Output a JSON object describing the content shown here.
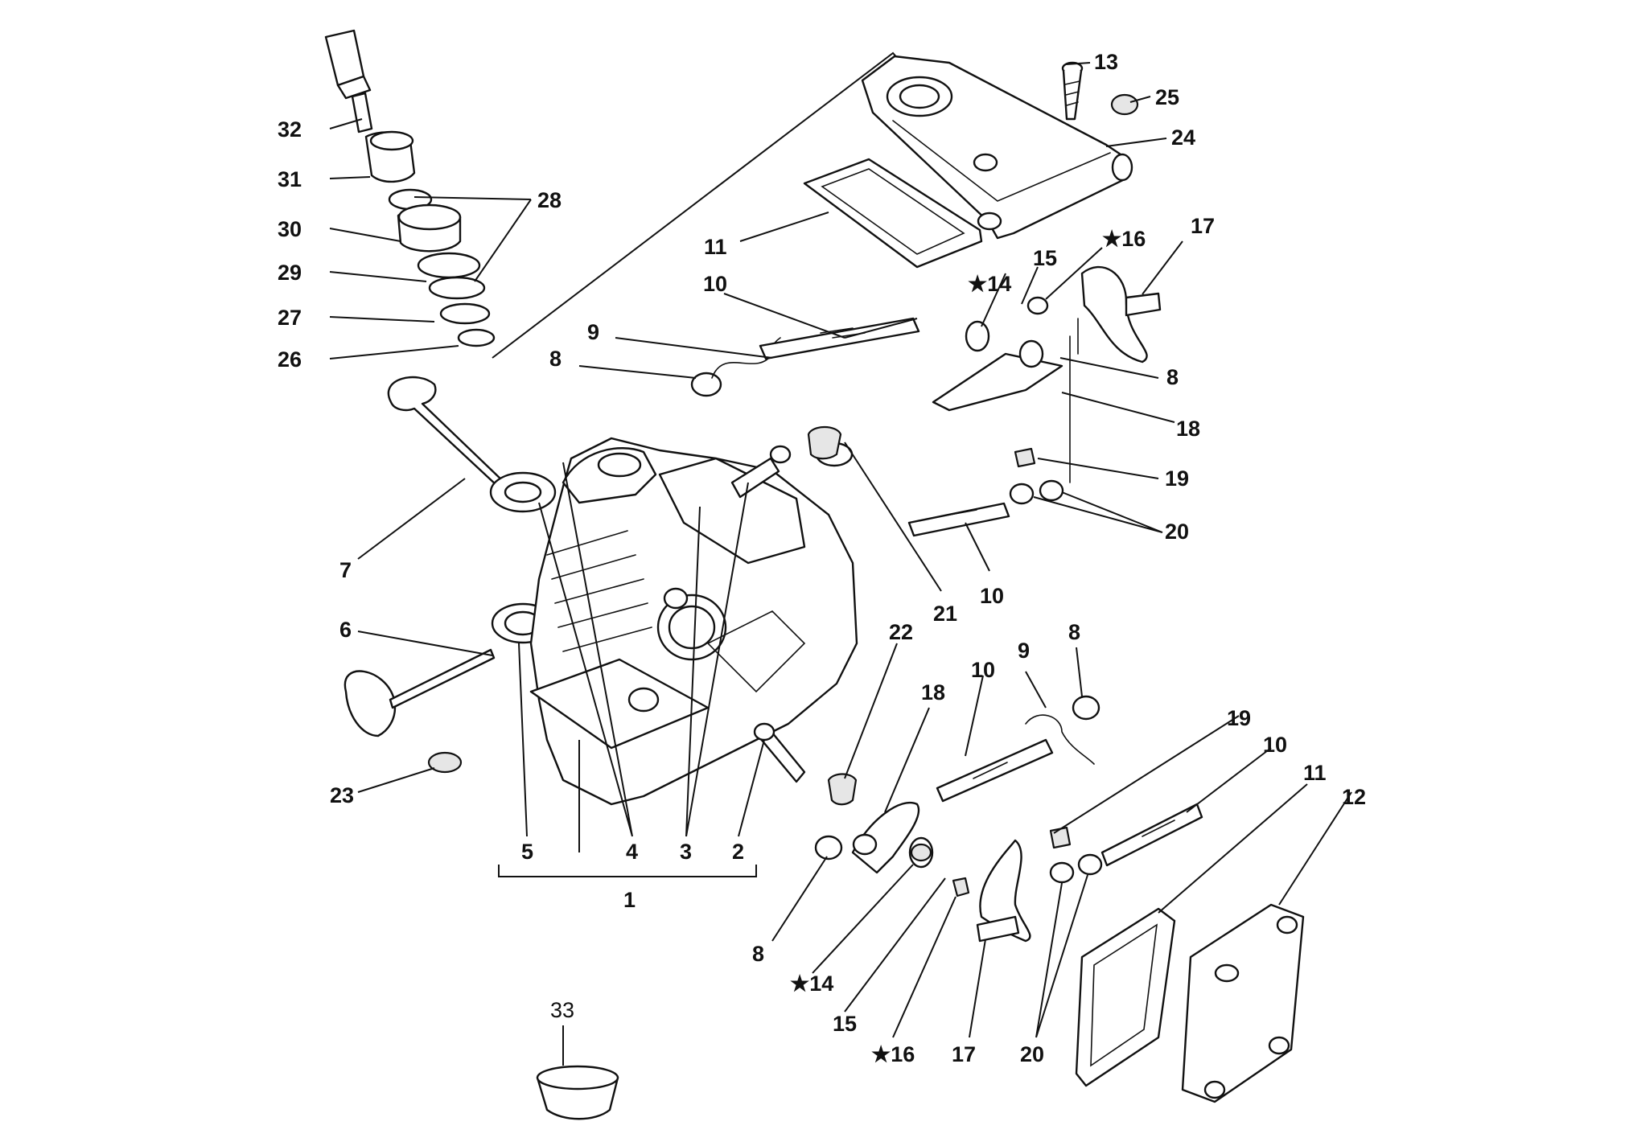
{
  "labels": {
    "l1": "1",
    "l2": "2",
    "l3": "3",
    "l4": "4",
    "l5": "5",
    "l6": "6",
    "l7": "7",
    "l8a": "8",
    "l8b": "8",
    "l8c": "8",
    "l8d": "8",
    "l9a": "9",
    "l9b": "9",
    "l10a": "10",
    "l10b": "10",
    "l10c": "10",
    "l10d": "10",
    "l11a": "11",
    "l11b": "11",
    "l12": "12",
    "l13": "13",
    "l14a": "★14",
    "l14b": "★14",
    "l15a": "15",
    "l15b": "15",
    "l16a": "★16",
    "l16b": "★16",
    "l17a": "17",
    "l17b": "17",
    "l18a": "18",
    "l18b": "18",
    "l19a": "19",
    "l19b": "19",
    "l20a": "20",
    "l20b": "20",
    "l21": "21",
    "l22": "22",
    "l23": "23",
    "l24": "24",
    "l25": "25",
    "l26": "26",
    "l27": "27",
    "l28": "28",
    "l29": "29",
    "l30": "30",
    "l31": "31",
    "l32": "32",
    "l33": "33"
  }
}
